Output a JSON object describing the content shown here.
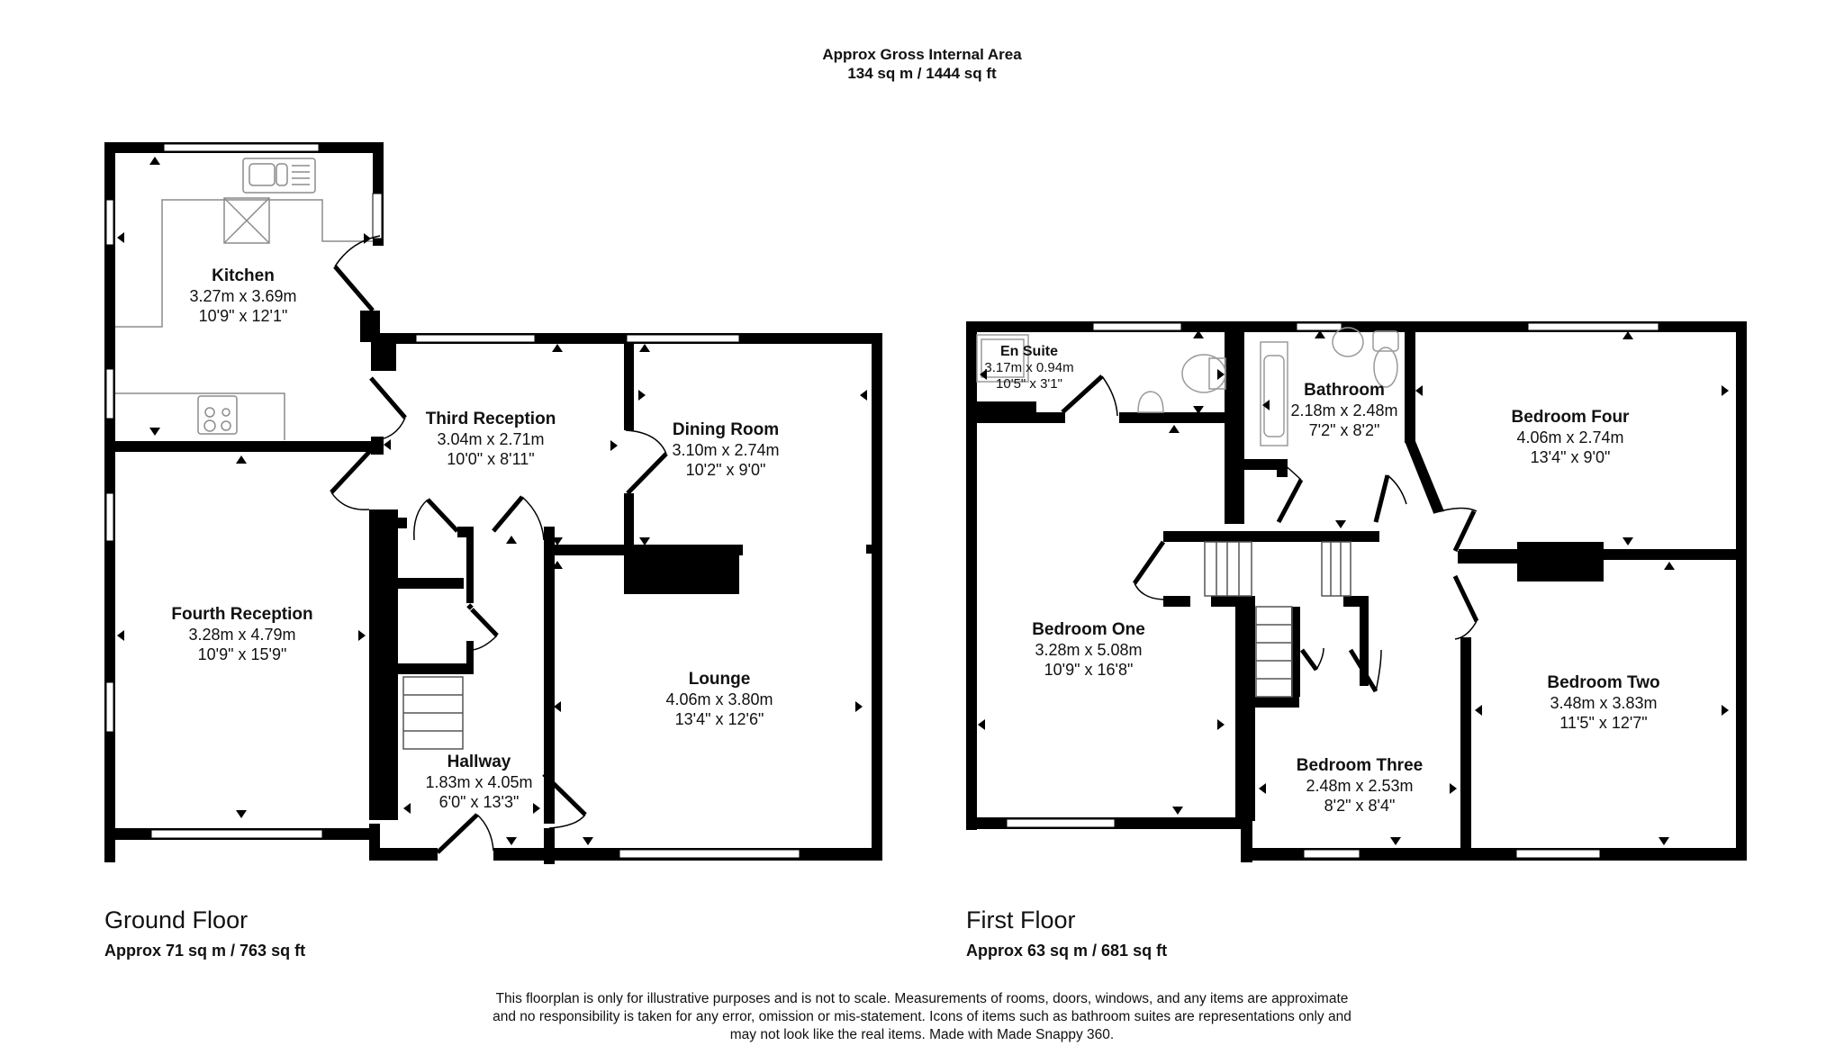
{
  "header": {
    "title": "Approx Gross Internal Area",
    "area": "134 sq m / 1444 sq ft"
  },
  "ground_floor": {
    "name": "Ground Floor",
    "area": "Approx 71 sq m / 763 sq ft",
    "rooms": [
      {
        "name": "Kitchen",
        "metric": "3.27m x 3.69m",
        "imperial": "10'9\" x 12'1\""
      },
      {
        "name": "Third Reception",
        "metric": "3.04m x 2.71m",
        "imperial": "10'0\" x 8'11\""
      },
      {
        "name": "Dining Room",
        "metric": "3.10m x 2.74m",
        "imperial": "10'2\" x 9'0\""
      },
      {
        "name": "Fourth Reception",
        "metric": "3.28m x 4.79m",
        "imperial": "10'9\" x 15'9\""
      },
      {
        "name": "Lounge",
        "metric": "4.06m x 3.80m",
        "imperial": "13'4\" x 12'6\""
      },
      {
        "name": "Hallway",
        "metric": "1.83m x 4.05m",
        "imperial": "6'0\" x 13'3\""
      }
    ]
  },
  "first_floor": {
    "name": "First Floor",
    "area": "Approx 63 sq m / 681 sq ft",
    "rooms": [
      {
        "name": "En Suite",
        "metric": "3.17m x 0.94m",
        "imperial": "10'5\" x 3'1\""
      },
      {
        "name": "Bathroom",
        "metric": "2.18m x 2.48m",
        "imperial": "7'2\" x 8'2\""
      },
      {
        "name": "Bedroom Four",
        "metric": "4.06m x 2.74m",
        "imperial": "13'4\" x 9'0\""
      },
      {
        "name": "Bedroom One",
        "metric": "3.28m x 5.08m",
        "imperial": "10'9\" x 16'8\""
      },
      {
        "name": "Bedroom Three",
        "metric": "2.48m x 2.53m",
        "imperial": "8'2\" x 8'4\""
      },
      {
        "name": "Bedroom Two",
        "metric": "3.48m x 3.83m",
        "imperial": "11'5\" x 12'7\""
      }
    ]
  },
  "disclaimer": {
    "line1": "This floorplan is only for illustrative purposes and is not to scale. Measurements of rooms, doors, windows, and any items are approximate",
    "line2": "and no responsibility is taken for any error, omission or mis-statement. Icons of items such as bathroom suites are representations only and",
    "line3": "may not look like the real items. Made with Made Snappy 360."
  },
  "colors": {
    "wall": "#000000",
    "fixture": "#9a9a9a",
    "background": "#ffffff"
  }
}
